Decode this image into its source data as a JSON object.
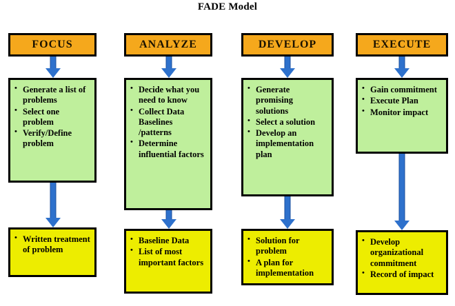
{
  "title": "FADE Model",
  "colors": {
    "header_fill": "#F5A81C",
    "process_fill": "#BFEF9C",
    "output_fill": "#EDED00",
    "arrow": "#2E71CC",
    "border": "#000000",
    "background": "#FFFFFF"
  },
  "columns": [
    {
      "key": "focus",
      "header": "FOCUS",
      "process_items": [
        "Generate a list of problems",
        "Select one problem",
        "Verify/Define problem"
      ],
      "output_items": [
        "Written treatment of problem"
      ]
    },
    {
      "key": "analyze",
      "header": "ANALYZE",
      "process_items": [
        "Decide what you need to know",
        "Collect Data Baselines /patterns",
        "Determine influential factors"
      ],
      "output_items": [
        "Baseline Data",
        "List of most important factors"
      ]
    },
    {
      "key": "develop",
      "header": "DEVELOP",
      "process_items": [
        "Generate promising solutions",
        "Select a solution",
        "Develop an implementation plan"
      ],
      "output_items": [
        "Solution for problem",
        "A plan for implementation"
      ]
    },
    {
      "key": "execute",
      "header": "EXECUTE",
      "process_items": [
        "Gain commitment",
        "Execute Plan",
        "Monitor impact"
      ],
      "output_items": [
        "Develop organizational commitment",
        "Record of impact"
      ]
    }
  ]
}
